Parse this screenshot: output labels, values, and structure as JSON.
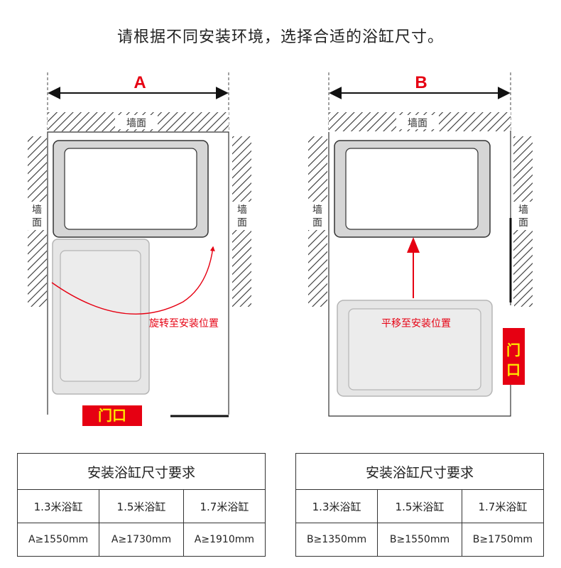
{
  "headline": "请根据不同安装环境，选择合适的浴缸尺寸。",
  "colors": {
    "accent": "#e60012",
    "highlight": "#ffea00",
    "hatch": "#333333",
    "tub_gray": "#d6d6d6"
  },
  "diagram_a": {
    "dimension_label": "A",
    "wall_top": "墙面",
    "wall_left": [
      "墙",
      "面"
    ],
    "wall_right": [
      "墙",
      "面"
    ],
    "instruction": "旋转至安装位置",
    "door": "门口"
  },
  "diagram_b": {
    "dimension_label": "B",
    "wall_top": "墙面",
    "wall_left": [
      "墙",
      "面"
    ],
    "wall_right": [
      "墙",
      "面"
    ],
    "instruction": "平移至安装位置",
    "door": [
      "门",
      "口"
    ]
  },
  "table_a": {
    "title": "安装浴缸尺寸要求",
    "sizes": [
      "1.3米浴缸",
      "1.5米浴缸",
      "1.7米浴缸"
    ],
    "requirements": [
      "A≥1550mm",
      "A≥1730mm",
      "A≥1910mm"
    ]
  },
  "table_b": {
    "title": "安装浴缸尺寸要求",
    "sizes": [
      "1.3米浴缸",
      "1.5米浴缸",
      "1.7米浴缸"
    ],
    "requirements": [
      "B≥1350mm",
      "B≥1550mm",
      "B≥1750mm"
    ]
  }
}
